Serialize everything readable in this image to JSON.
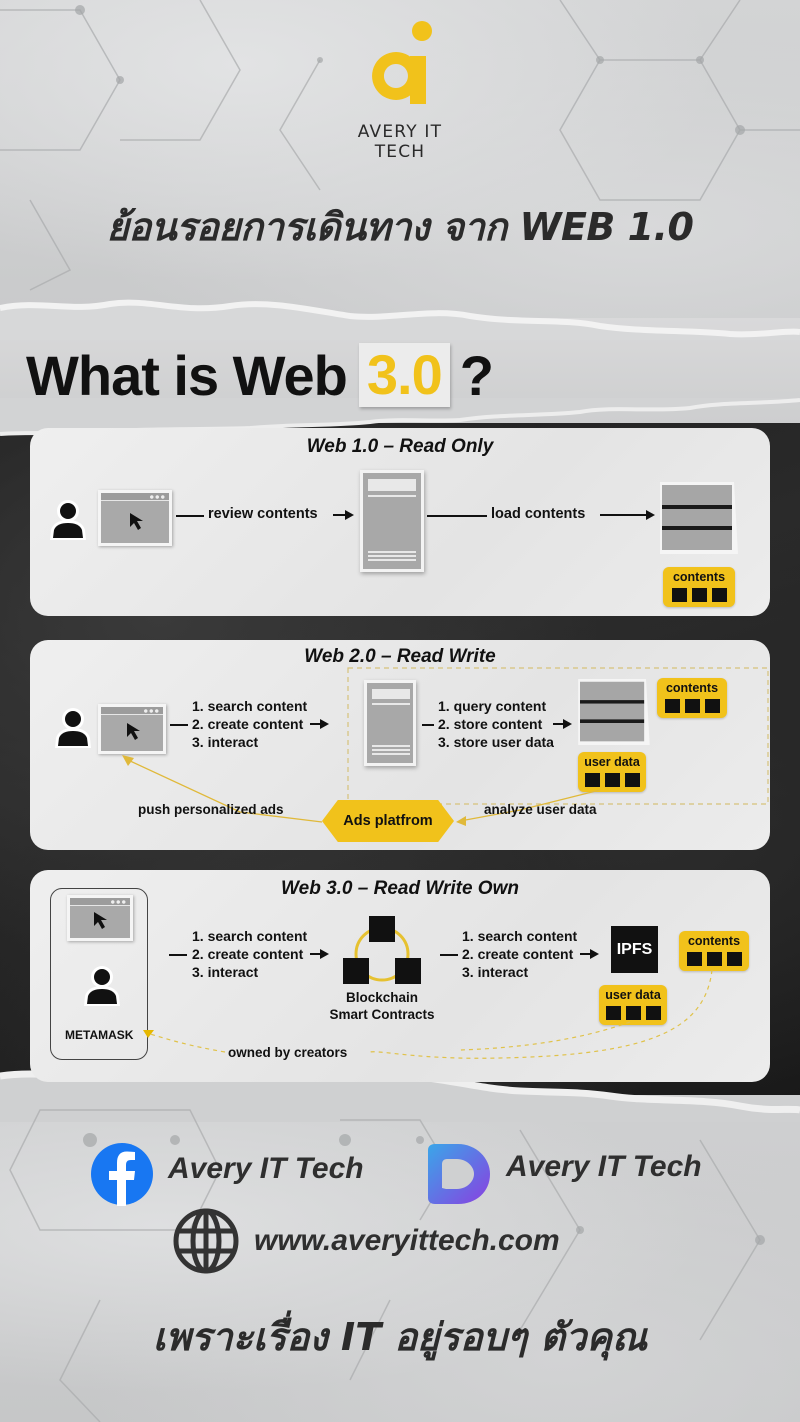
{
  "brand": {
    "logo_text": "AVERY IT TECH",
    "colors": {
      "accent_yellow": "#f1c21b",
      "dark": "#111111",
      "facebook_blue": "#1877f2",
      "lemon8_gradient": [
        "#3aa0e8",
        "#8a3fe0"
      ]
    }
  },
  "header": {
    "thai_title": "ย้อนรอยการเดินทาง จาก WEB 1.0"
  },
  "main_title": {
    "prefix": "What is Web",
    "highlight": "3.0",
    "suffix": "?"
  },
  "web1": {
    "title": "Web 1.0 – Read Only",
    "arrow1_label": "review contents",
    "arrow2_label": "load contents",
    "chip_contents": "contents"
  },
  "web2": {
    "title": "Web 2.0 – Read Write",
    "client_steps": [
      "1. search content",
      "2. create content",
      "3. interact"
    ],
    "server_steps": [
      "1. query content",
      "2. store content",
      "3. store user data"
    ],
    "chip_contents": "contents",
    "chip_user_data": "user data",
    "ads_platform": "Ads platfrom",
    "push_label": "push personalized ads",
    "analyze_label": "analyze user data"
  },
  "web3": {
    "title": "Web 3.0 – Read Write Own",
    "wallet_label": "METAMASK",
    "client_steps": [
      "1. search content",
      "2. create content",
      "3. interact"
    ],
    "blockchain_label_line1": "Blockchain",
    "blockchain_label_line2": "Smart Contracts",
    "chain_steps": [
      "1. search content",
      "2. create content",
      "3. interact"
    ],
    "ipfs_label": "IPFS",
    "chip_contents": "contents",
    "chip_user_data": "user data",
    "owned_label": "owned by creators"
  },
  "footer": {
    "facebook_name": "Avery IT Tech",
    "lemon8_name": "Avery IT Tech",
    "website": "www.averyittech.com",
    "slogan": "เพราะเรื่อง IT อยู่รอบๆ ตัวคุณ"
  }
}
